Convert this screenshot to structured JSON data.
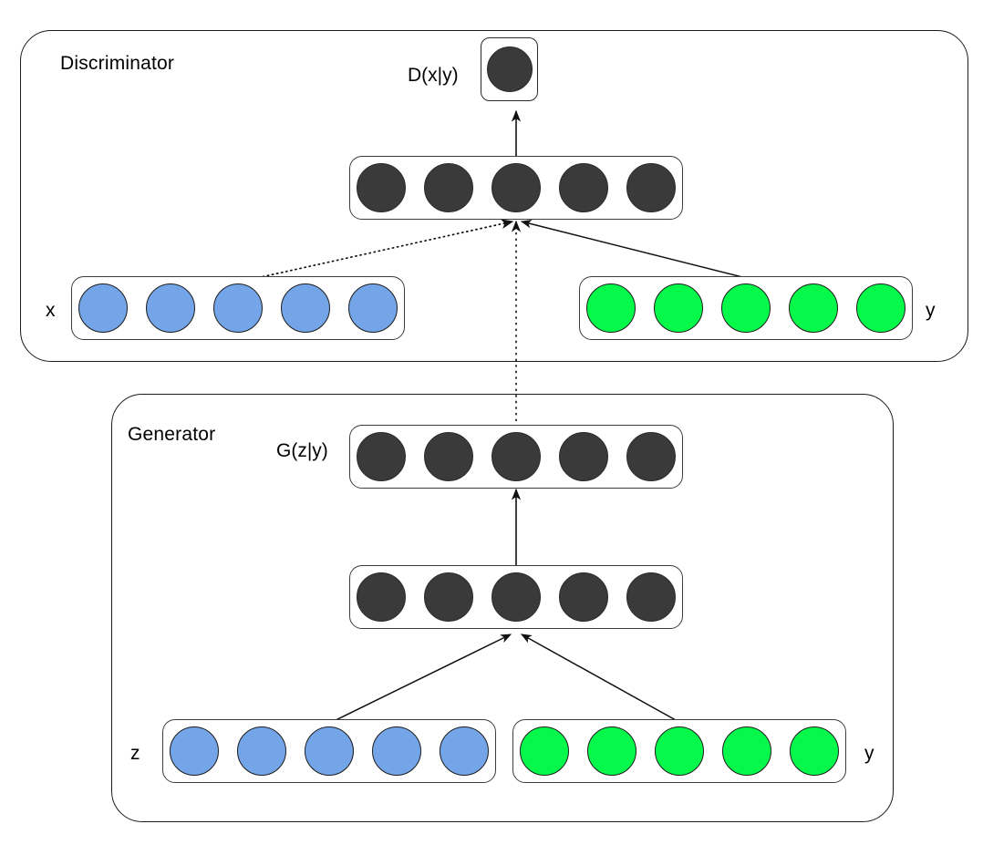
{
  "diagram": {
    "title_hidden": "Conditional GAN architecture",
    "modules": [
      {
        "name": "discriminator",
        "label": "Discriminator"
      },
      {
        "name": "generator",
        "label": "Generator"
      }
    ],
    "discriminator": {
      "label": "Discriminator",
      "output": {
        "label": "D(x|y)",
        "node_count": 1,
        "node_color": "#3a3a3a"
      },
      "hidden_layer": {
        "node_count": 5,
        "node_color": "#3a3a3a"
      },
      "input_x": {
        "label": "x",
        "node_count": 5,
        "node_color": "#74a5e8"
      },
      "input_y": {
        "label": "y",
        "node_count": 5,
        "node_color": "#05f94a"
      }
    },
    "generator": {
      "label": "Generator",
      "output": {
        "label": "G(z|y)",
        "node_count": 5,
        "node_color": "#3a3a3a"
      },
      "hidden_layer": {
        "node_count": 5,
        "node_color": "#3a3a3a"
      },
      "input_z": {
        "label": "z",
        "node_count": 5,
        "node_color": "#74a5e8"
      },
      "input_y": {
        "label": "y",
        "node_count": 5,
        "node_color": "#05f94a"
      }
    },
    "edges": [
      {
        "name": "hidden-to-output",
        "from": "discriminator.hidden_layer",
        "to": "discriminator.output",
        "style": "solid",
        "arrow": true
      },
      {
        "name": "x-to-hidden",
        "from": "discriminator.input_x",
        "to": "discriminator.hidden_layer",
        "style": "dotted",
        "arrow": true
      },
      {
        "name": "y-to-hidden",
        "from": "discriminator.input_y",
        "to": "discriminator.hidden_layer",
        "style": "solid",
        "arrow": true
      },
      {
        "name": "gout-to-dhidden",
        "from": "generator.output",
        "to": "discriminator.hidden_layer",
        "style": "dotted",
        "arrow": true
      },
      {
        "name": "ghidden-to-gout",
        "from": "generator.hidden_layer",
        "to": "generator.output",
        "style": "solid",
        "arrow": true
      },
      {
        "name": "z-to-ghidden",
        "from": "generator.input_z",
        "to": "generator.hidden_layer",
        "style": "solid",
        "arrow": true
      },
      {
        "name": "gy-to-ghidden",
        "from": "generator.input_y",
        "to": "generator.hidden_layer",
        "style": "solid",
        "arrow": true
      }
    ],
    "colors": {
      "dark_node": "#3a3a3a",
      "blue_node": "#74a5e8",
      "green_node": "#05f94a",
      "stroke": "#1a1a1a",
      "background": "#ffffff"
    }
  }
}
